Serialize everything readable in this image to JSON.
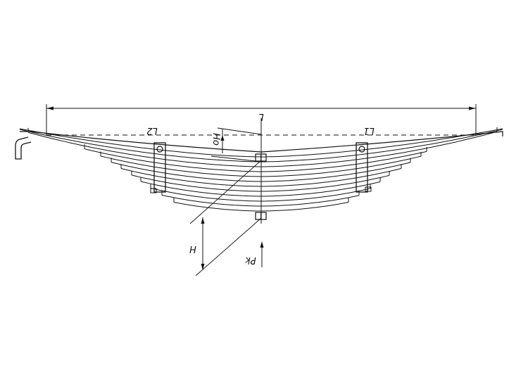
{
  "labels": {
    "total_length": "L",
    "left_length": "L2",
    "right_length": "L1",
    "arc_height": "Ho",
    "loaded_height": "H",
    "load": "Pk"
  },
  "colors": {
    "line": "#111111",
    "background": "#ffffff"
  }
}
